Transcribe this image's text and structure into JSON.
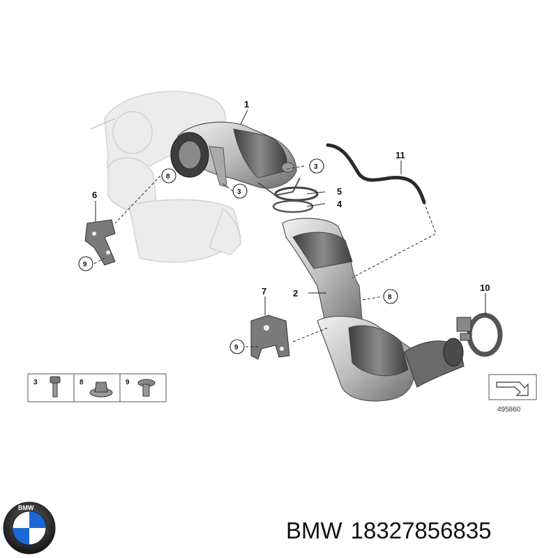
{
  "callouts": {
    "c1": "1",
    "c2": "2",
    "c3a": "3",
    "c3b": "3",
    "c4": "4",
    "c5": "5",
    "c6": "6",
    "c7": "7",
    "c8a": "8",
    "c8b": "8",
    "c9a": "9",
    "c9b": "9",
    "c10": "10",
    "c11": "11"
  },
  "legend": {
    "k3": "3",
    "k8": "8",
    "k9": "9"
  },
  "drawing_number": "495860",
  "caption": {
    "brand": "BMW",
    "part_number": "18327856835"
  },
  "logo": {
    "text": "BMW"
  },
  "colors": {
    "part_dark": "#5a5a5a",
    "part_mid": "#9a9a9a",
    "ghost": "#e6e6e6",
    "logo_blue": "#1c69d4"
  }
}
